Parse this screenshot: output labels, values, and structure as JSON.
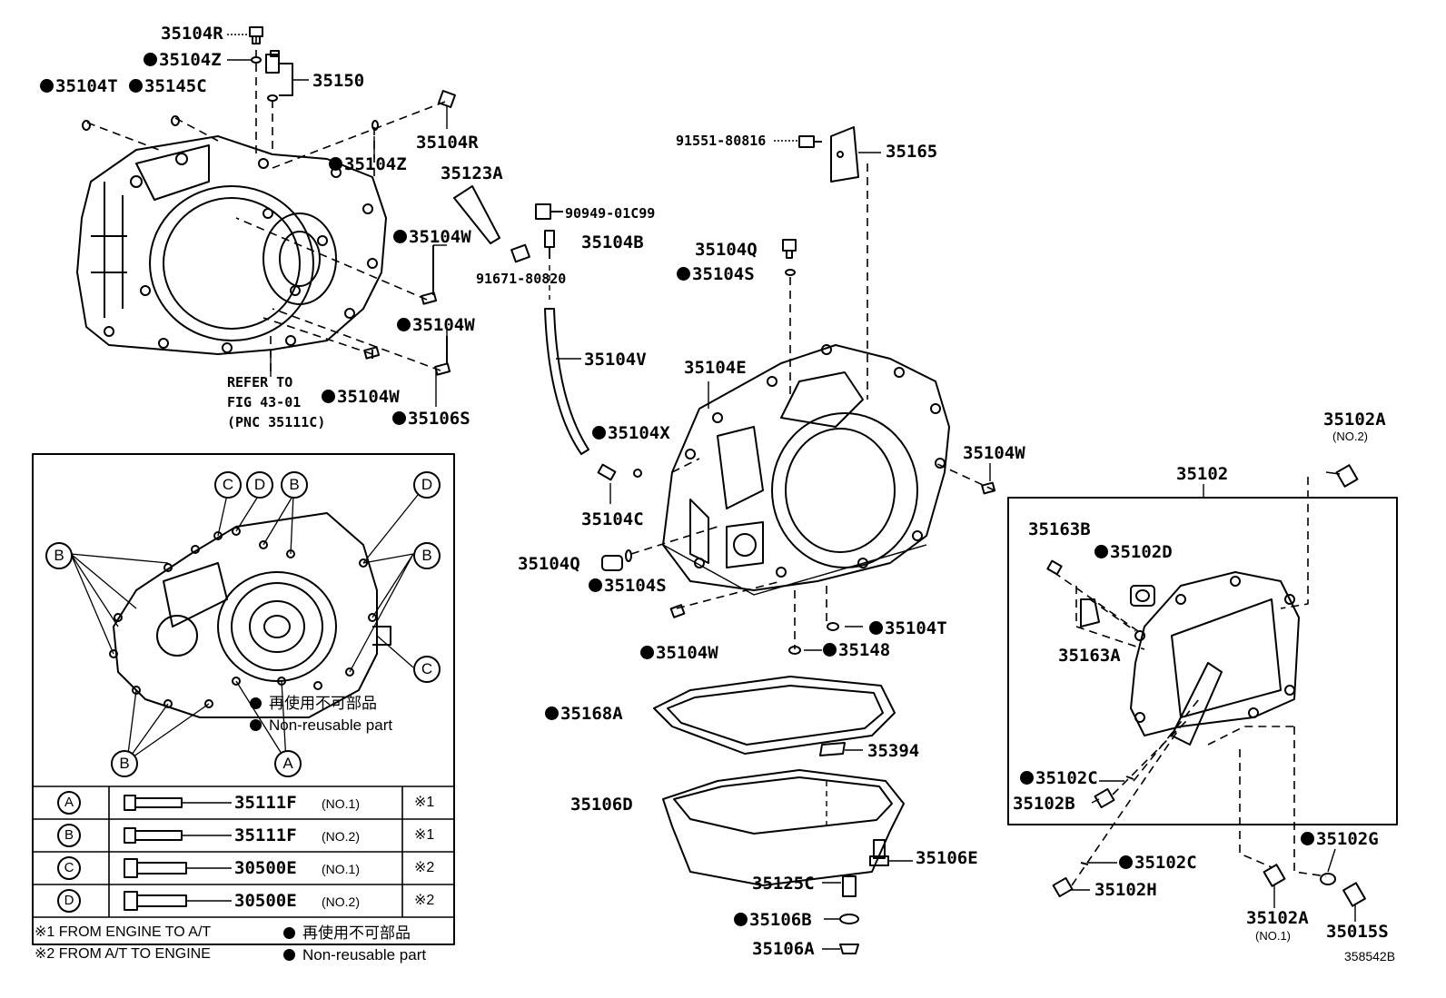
{
  "labels": {
    "l35104R_top": "35104R",
    "l35104Z_top": "35104Z",
    "l35150": "35150",
    "l35104T_top": "35104T",
    "l35145C": "35145C",
    "l35104R_mid": "35104R",
    "l35104Z_mid": "35104Z",
    "l35123A": "35123A",
    "l35104W_1": "35104W",
    "l35104W_2": "35104W",
    "l35104W_3": "35104W",
    "l35106S": "35106S",
    "refer1": "REFER TO",
    "refer2": "FIG 43-01",
    "refer3": "(PNC 35111C)",
    "l90949": "90949-01C99",
    "l35104B": "35104B",
    "l91671": "91671-80820",
    "l91551": "91551-80816",
    "l35165": "35165",
    "l35104Q_top": "35104Q",
    "l35104S_top": "35104S",
    "l35104V": "35104V",
    "l35104E": "35104E",
    "l35104X": "35104X",
    "l35104C": "35104C",
    "l35104Q_low": "35104Q",
    "l35104S_low": "35104S",
    "l35104W_right": "35104W",
    "l35104W_low": "35104W",
    "l35104T_low": "35104T",
    "l35148": "35148",
    "l35168A": "35168A",
    "l35394": "35394",
    "l35106D": "35106D",
    "l35106E": "35106E",
    "l35125C": "35125C",
    "l35106B": "35106B",
    "l35106A": "35106A",
    "l35102A_top": "35102A",
    "l35102A_top_no": "(NO.2)",
    "l35102": "35102",
    "l35163B": "35163B",
    "l35102D": "35102D",
    "l35163A": "35163A",
    "l35102C_1": "35102C",
    "l35102B": "35102B",
    "l35102C_2": "35102C",
    "l35102H": "35102H",
    "l35102G": "35102G",
    "l35102A_low": "35102A",
    "l35102A_low_no": "(NO.1)",
    "l35015S": "35015S",
    "code": "358542B"
  },
  "callouts": {
    "A": "A",
    "B": "B",
    "C": "C",
    "D": "D"
  },
  "inset_notes": {
    "jp": "再使用不可部品",
    "en": "Non-reusable part"
  },
  "bolt_table": [
    {
      "key": "A",
      "part": "35111F",
      "no": "(NO.1)",
      "mark": "※1"
    },
    {
      "key": "B",
      "part": "35111F",
      "no": "(NO.2)",
      "mark": "※1"
    },
    {
      "key": "C",
      "part": "30500E",
      "no": "(NO.1)",
      "mark": "※2"
    },
    {
      "key": "D",
      "part": "30500E",
      "no": "(NO.2)",
      "mark": "※2"
    }
  ],
  "footnotes": {
    "n1": "※1 FROM ENGINE TO A/T",
    "n2": "※2 FROM A/T TO ENGINE",
    "legend_jp": "再使用不可部品",
    "legend_en": "Non-reusable part"
  }
}
